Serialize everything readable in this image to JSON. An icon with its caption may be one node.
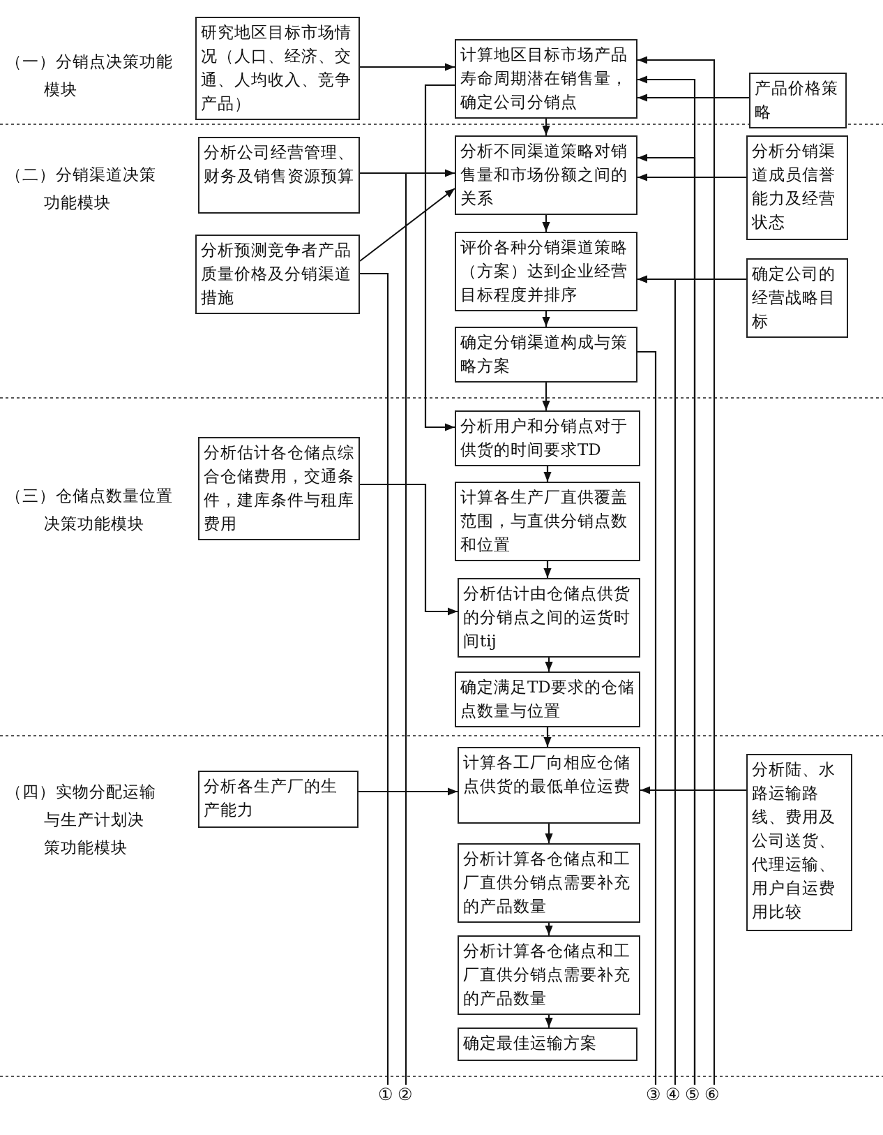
{
  "diagram": {
    "nodes": [
      {
        "text": [
          "研究地区目标市场情况（人口、经济、交通、人均收入、竞争产品）"
        ]
      },
      {
        "text": [
          "计算地区目标市场产品寿命周期潜在销售量，确定公司分销点"
        ]
      },
      {
        "text": [
          "产品价格策略"
        ]
      },
      {
        "text": [
          "分析公司经营管理、财务及销售资源预算"
        ]
      },
      {
        "text": [
          "分析不同渠道策略对销售量和市场份额之间的关系"
        ]
      },
      {
        "text": [
          "分析分销渠道成员信誉能力及经营状态"
        ]
      },
      {
        "text": [
          "分析预测竞争者产品质量价格及分销渠道措施"
        ]
      },
      {
        "text": [
          "评价各种分销渠道策略（方案）达到企业经营目标程度并排序"
        ]
      },
      {
        "text": [
          "确定公司的经营战略目标"
        ]
      },
      {
        "text": [
          "确定分销渠道构成与策略方案"
        ]
      },
      {
        "text": [
          "分析用户和分销点对于供货的时间要求TD"
        ]
      },
      {
        "text": [
          "分析估计各仓储点综合仓储费用，交通条件，建库条件与租库费用"
        ]
      },
      {
        "text": [
          "计算各生产厂直供覆盖范围，与直供分销点数和位置"
        ]
      },
      {
        "text": [
          "分析估计由仓储点供货的分销点之间的运货时间tij"
        ]
      },
      {
        "text": [
          "确定满足TD要求的仓储点数量与位置"
        ]
      },
      {
        "text": [
          "分析各生产厂的生产能力"
        ]
      },
      {
        "text": [
          "计算各工厂向相应仓储点供货的最低单位运费"
        ]
      },
      {
        "text": [
          "分析陆、水路运输路线、费用及公司送货、代理运输、用户自运费用比较"
        ]
      },
      {
        "text": [
          "分析计算各仓储点和工厂直供分销点需要补充的产品数量"
        ]
      },
      {
        "text": [
          "分析计算各仓储点和工厂直供分销点需要补充的产品数量"
        ]
      },
      {
        "text": [
          "确定最佳运输方案"
        ]
      },
      {
        "text": [
          "①"
        ]
      },
      {
        "text": [
          "②"
        ]
      },
      {
        "text": [
          "③"
        ]
      },
      {
        "text": [
          "④"
        ]
      },
      {
        "text": [
          "⑤"
        ]
      },
      {
        "text": [
          "⑥"
        ]
      }
    ],
    "edges": [
      {
        "from": 0,
        "to": 1,
        "arrow": "to"
      },
      {
        "from": 2,
        "to": 1,
        "arrow": "to"
      },
      {
        "from": 1,
        "to": 4,
        "arrow": "to"
      },
      {
        "from": 3,
        "to": 4,
        "arrow": "to"
      },
      {
        "from": 6,
        "to": 4,
        "arrow": "to"
      },
      {
        "from": 5,
        "to": 4,
        "arrow": "to"
      },
      {
        "from": 4,
        "to": 7,
        "arrow": "to"
      },
      {
        "from": 8,
        "to": 7,
        "arrow": "to"
      },
      {
        "from": 7,
        "to": 9,
        "arrow": "to"
      },
      {
        "from": 1,
        "to": 10,
        "arrow": "to"
      },
      {
        "from": 9,
        "to": 10,
        "arrow": "to"
      },
      {
        "from": 10,
        "to": 12,
        "arrow": "to"
      },
      {
        "from": 12,
        "to": 13,
        "arrow": "to"
      },
      {
        "from": 11,
        "to": 13,
        "arrow": "to"
      },
      {
        "from": 13,
        "to": 14,
        "arrow": "to"
      },
      {
        "from": 14,
        "to": 16,
        "arrow": "to"
      },
      {
        "from": 15,
        "to": 16,
        "arrow": "to"
      },
      {
        "from": 17,
        "to": 16,
        "arrow": "to"
      },
      {
        "from": 16,
        "to": 18,
        "arrow": "to"
      },
      {
        "from": 18,
        "to": 19,
        "arrow": "to"
      },
      {
        "from": 19,
        "to": 20,
        "arrow": "to"
      },
      {
        "from": 3,
        "to": 22,
        "arrow": "none"
      },
      {
        "from": 6,
        "to": 21,
        "arrow": "none"
      },
      {
        "from": 9,
        "to": 23,
        "arrow": "none"
      },
      {
        "from": 24,
        "to": 7,
        "arrow": "to"
      },
      {
        "from": 25,
        "to": 1,
        "arrow": "to"
      },
      {
        "from": 25,
        "to": 4,
        "arrow": "to"
      },
      {
        "from": 26,
        "to": 1,
        "arrow": "to"
      }
    ],
    "labels": [
      "（一）分销点决策功能模块",
      "（二）分销渠道决策功能模块",
      "（三）仓储点数量位置决策功能模块",
      "（四）实物分配运输与生产计划决策功能模块"
    ]
  }
}
